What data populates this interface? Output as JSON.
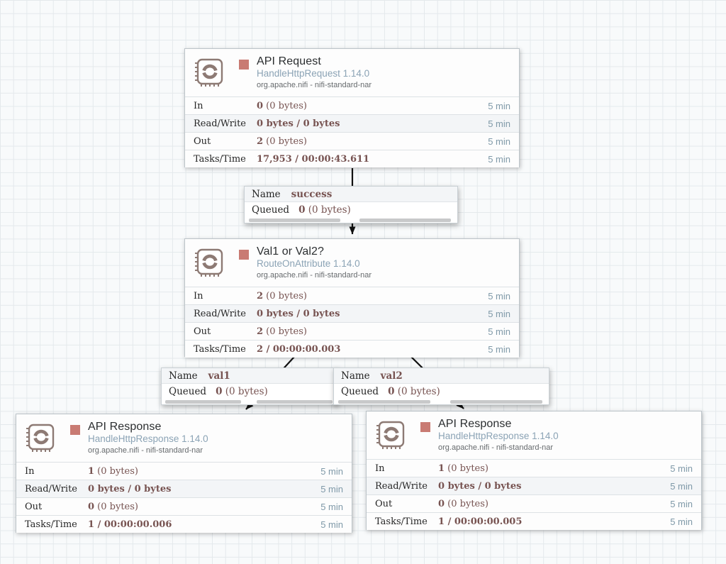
{
  "canvas": {
    "background": "#f8fafb",
    "grid_line": "#e4e9ec"
  },
  "colors": {
    "stat_value": "#775351",
    "type_text": "#8ba3b5",
    "window_text": "#7f99a8",
    "stopped_indicator": "#c97b73",
    "processor_icon": "#8d7a74",
    "wire": "#111111"
  },
  "processors": [
    {
      "title": "API Request",
      "type": "HandleHttpRequest 1.14.0",
      "bundle": "org.apache.nifi - nifi-standard-nar",
      "state": "stopped",
      "stats": [
        {
          "label": "In",
          "strong": "0",
          "rest": " (0 bytes)",
          "window": "5 min"
        },
        {
          "label": "Read/Write",
          "strong": "0 bytes / 0 bytes",
          "rest": "",
          "window": "5 min"
        },
        {
          "label": "Out",
          "strong": "2",
          "rest": " (0 bytes)",
          "window": "5 min"
        },
        {
          "label": "Tasks/Time",
          "strong": "17,953 / 00:00:43.611",
          "rest": "",
          "window": "5 min"
        }
      ]
    },
    {
      "title": "Val1 or Val2?",
      "type": "RouteOnAttribute 1.14.0",
      "bundle": "org.apache.nifi - nifi-standard-nar",
      "state": "stopped",
      "stats": [
        {
          "label": "In",
          "strong": "2",
          "rest": " (0 bytes)",
          "window": "5 min"
        },
        {
          "label": "Read/Write",
          "strong": "0 bytes / 0 bytes",
          "rest": "",
          "window": "5 min"
        },
        {
          "label": "Out",
          "strong": "2",
          "rest": " (0 bytes)",
          "window": "5 min"
        },
        {
          "label": "Tasks/Time",
          "strong": "2 / 00:00:00.003",
          "rest": "",
          "window": "5 min"
        }
      ]
    },
    {
      "title": "API Response",
      "type": "HandleHttpResponse 1.14.0",
      "bundle": "org.apache.nifi - nifi-standard-nar",
      "state": "stopped",
      "stats": [
        {
          "label": "In",
          "strong": "1",
          "rest": " (0 bytes)",
          "window": "5 min"
        },
        {
          "label": "Read/Write",
          "strong": "0 bytes / 0 bytes",
          "rest": "",
          "window": "5 min"
        },
        {
          "label": "Out",
          "strong": "0",
          "rest": " (0 bytes)",
          "window": "5 min"
        },
        {
          "label": "Tasks/Time",
          "strong": "1 / 00:00:00.006",
          "rest": "",
          "window": "5 min"
        }
      ]
    },
    {
      "title": "API Response",
      "type": "HandleHttpResponse 1.14.0",
      "bundle": "org.apache.nifi - nifi-standard-nar",
      "state": "stopped",
      "stats": [
        {
          "label": "In",
          "strong": "1",
          "rest": " (0 bytes)",
          "window": "5 min"
        },
        {
          "label": "Read/Write",
          "strong": "0 bytes / 0 bytes",
          "rest": "",
          "window": "5 min"
        },
        {
          "label": "Out",
          "strong": "0",
          "rest": " (0 bytes)",
          "window": "5 min"
        },
        {
          "label": "Tasks/Time",
          "strong": "1 / 00:00:00.005",
          "rest": "",
          "window": "5 min"
        }
      ]
    }
  ],
  "connections": [
    {
      "name_label": "Name",
      "name": "success",
      "queued_label": "Queued",
      "queued_strong": "0",
      "queued_rest": " (0 bytes)"
    },
    {
      "name_label": "Name",
      "name": "val1",
      "queued_label": "Queued",
      "queued_strong": "0",
      "queued_rest": " (0 bytes)"
    },
    {
      "name_label": "Name",
      "name": "val2",
      "queued_label": "Queued",
      "queued_strong": "0",
      "queued_rest": " (0 bytes)"
    }
  ]
}
